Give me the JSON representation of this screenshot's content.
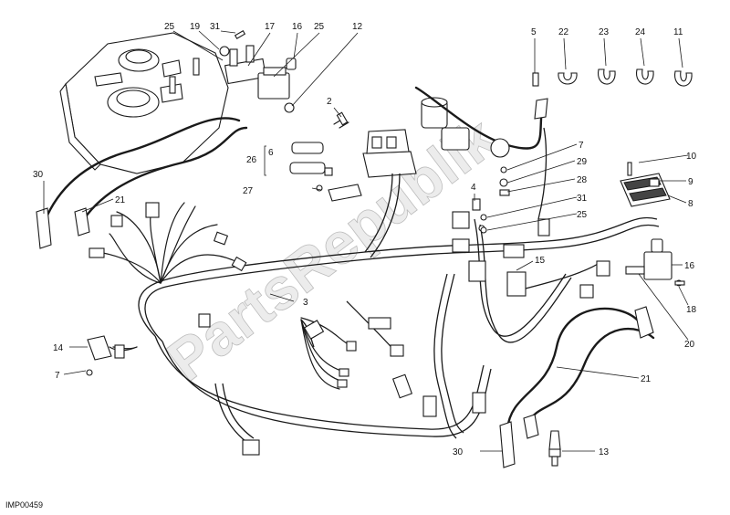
{
  "watermark": "PartsRepublik",
  "reference_code": "IMP00459",
  "bracket_label": "26",
  "callouts": [
    "25",
    "19",
    "31",
    "17",
    "16",
    "25",
    "12",
    "5",
    "22",
    "23",
    "24",
    "11",
    "2",
    "7",
    "29",
    "28",
    "10",
    "9",
    "8",
    "31",
    "25",
    "4",
    "15",
    "16",
    "18",
    "20",
    "6",
    "27",
    "30",
    "21",
    "3",
    "14",
    "7",
    "21",
    "30",
    "13"
  ]
}
